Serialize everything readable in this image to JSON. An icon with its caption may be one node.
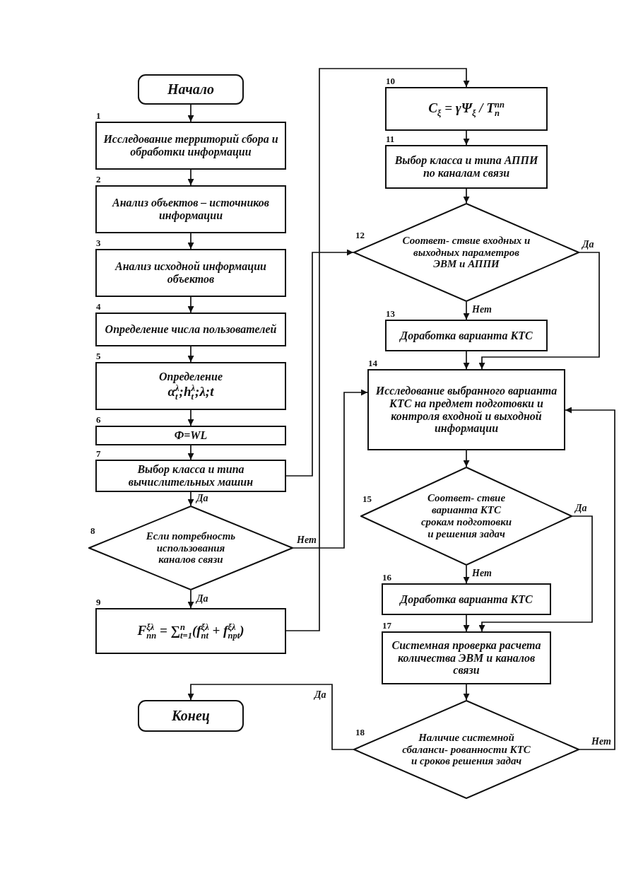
{
  "diagram": {
    "nodes": [
      {
        "text": [
          "Начало"
        ]
      },
      {
        "text": [
          "Исследование территорий сбора и обработки информации"
        ],
        "beside": [
          "1"
        ]
      },
      {
        "text": [
          "Анализ объектов – источников информации"
        ],
        "beside": [
          "2"
        ]
      },
      {
        "text": [
          "Анализ исходной информации объектов"
        ],
        "beside": [
          "3"
        ]
      },
      {
        "text": [
          "Определение числа пользователей"
        ],
        "beside": [
          "4"
        ]
      },
      {
        "text": [
          "Определение",
          "α$_{t}$$^{λ}$;h$_{t}$$^{λ}$;λ;t"
        ],
        "beside": [
          "5"
        ]
      },
      {
        "text": [
          "Ф=WL"
        ],
        "beside": [
          "6"
        ]
      },
      {
        "text": [
          "Выбор класса и типа вычислительных машин"
        ],
        "beside": [
          "7"
        ]
      },
      {
        "text": [
          "Если потребность использования каналов связи"
        ],
        "beside": [
          "8"
        ]
      },
      {
        "text": [
          "F$_{nn}$$^{ξλ}$ = ∑$_{t=1}$$^{n}$(f$_{nt}$$^{ξλ}$ + f$_{npt}$$^{ξλ}$)"
        ],
        "beside": [
          "9"
        ]
      },
      {
        "text": [
          "C$_{ξ}$ = γΨ$_{ξ}$ / T$_{n}$$^{nn}$"
        ],
        "beside": [
          "10"
        ]
      },
      {
        "text": [
          "Выбор класса и типа АППИ по каналам связи"
        ],
        "beside": [
          "11"
        ]
      },
      {
        "text": [
          "Соответ- ствие входных и выходных параметров ЭВМ и АППИ"
        ],
        "beside": [
          "12"
        ]
      },
      {
        "text": [
          "Доработка варианта КТС"
        ],
        "beside": [
          "13"
        ]
      },
      {
        "text": [
          "Исследование выбранного варианта КТС на предмет подготовки и контроля входной и выходной информации"
        ],
        "beside": [
          "14"
        ]
      },
      {
        "text": [
          "Соответ- ствие варианта КТС срокам подготовки и решения задач"
        ],
        "beside": [
          "15"
        ]
      },
      {
        "text": [
          "Доработка варианта КТС"
        ],
        "beside": [
          "16"
        ]
      },
      {
        "text": [
          "Системная проверка расчета количества ЭВМ и каналов связи"
        ],
        "beside": [
          "17"
        ]
      },
      {
        "text": [
          "Наличие системной сбаланси- рованности КТС и сроков решения задач"
        ],
        "beside": [
          "18"
        ]
      },
      {
        "text": [
          "Конец"
        ]
      }
    ],
    "edges": [
      {
        "from": 0,
        "to": 1,
        "arrow": "to"
      },
      {
        "from": 1,
        "to": 2,
        "arrow": "to"
      },
      {
        "from": 2,
        "to": 3,
        "arrow": "to"
      },
      {
        "from": 3,
        "to": 4,
        "arrow": "to"
      },
      {
        "from": 4,
        "to": 5,
        "arrow": "to"
      },
      {
        "from": 5,
        "to": 6,
        "arrow": "to"
      },
      {
        "from": 6,
        "to": 7,
        "arrow": "to"
      },
      {
        "from": 7,
        "to": 8,
        "arrow": "to",
        "label": "Да"
      },
      {
        "from": 8,
        "to": 9,
        "arrow": "to",
        "label": "Да"
      },
      {
        "from": 8,
        "to": 14,
        "arrow": "to",
        "label": "Нет"
      },
      {
        "from": 7,
        "to": 12,
        "arrow": "to"
      },
      {
        "from": 9,
        "to": 10,
        "arrow": "to"
      },
      {
        "from": 10,
        "to": 11,
        "arrow": "to"
      },
      {
        "from": 11,
        "to": 12,
        "arrow": "to"
      },
      {
        "from": 12,
        "to": 13,
        "arrow": "to",
        "label": "Нет"
      },
      {
        "from": 12,
        "to": 14,
        "arrow": "to",
        "label": "Да"
      },
      {
        "from": 13,
        "to": 14,
        "arrow": "to"
      },
      {
        "from": 14,
        "to": 15,
        "arrow": "to"
      },
      {
        "from": 15,
        "to": 16,
        "arrow": "to",
        "label": "Нет"
      },
      {
        "from": 15,
        "to": 17,
        "arrow": "to",
        "label": "Да"
      },
      {
        "from": 16,
        "to": 17,
        "arrow": "to"
      },
      {
        "from": 17,
        "to": 18,
        "arrow": "to"
      },
      {
        "from": 18,
        "to": 19,
        "arrow": "to",
        "label": "Да"
      },
      {
        "from": 18,
        "to": 14,
        "arrow": "to",
        "label": "Нет"
      }
    ]
  }
}
